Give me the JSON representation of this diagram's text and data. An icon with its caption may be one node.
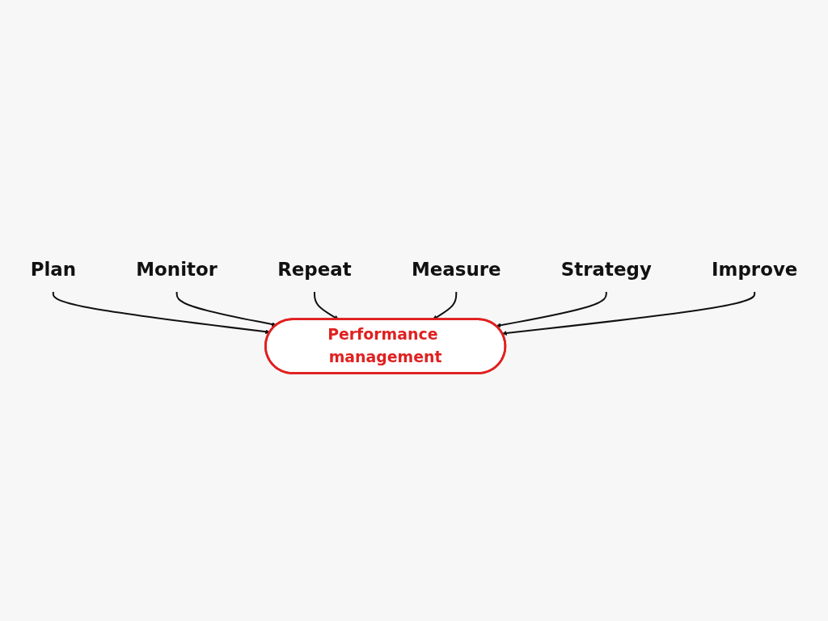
{
  "diagram": {
    "nodes": [
      {
        "text": [
          "Plan"
        ]
      },
      {
        "text": [
          "Monitor"
        ]
      },
      {
        "text": [
          "Repeat"
        ]
      },
      {
        "text": [
          "Performance management"
        ]
      },
      {
        "text": [
          "Measure"
        ]
      },
      {
        "text": [
          "Strategy"
        ]
      },
      {
        "text": [
          "Improve"
        ]
      }
    ],
    "edges": [
      {
        "from": 0,
        "to": 3,
        "arrow": "to"
      },
      {
        "from": 1,
        "to": 3,
        "arrow": "to"
      },
      {
        "from": 2,
        "to": 3,
        "arrow": "to"
      },
      {
        "from": 4,
        "to": 3,
        "arrow": "to"
      },
      {
        "from": 5,
        "to": 3,
        "arrow": "to"
      },
      {
        "from": 6,
        "to": 3,
        "arrow": "to"
      }
    ]
  }
}
